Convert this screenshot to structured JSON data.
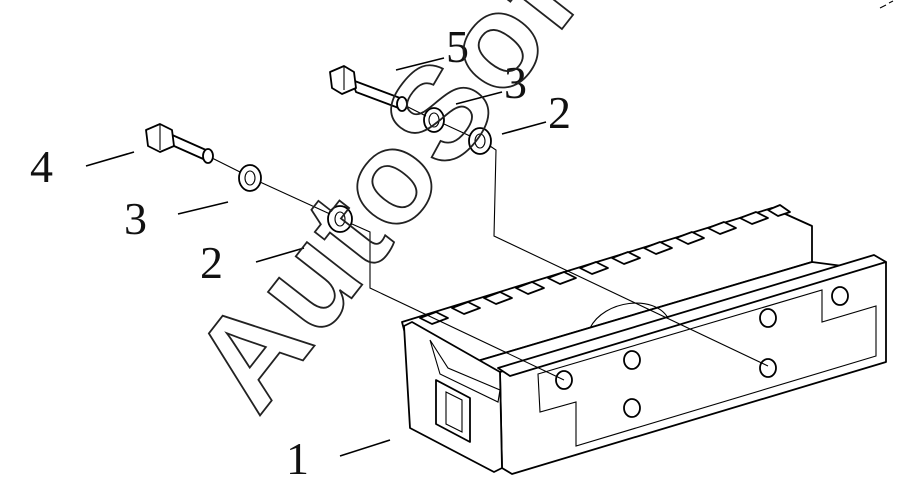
{
  "watermark": {
    "text": "AutoSoft"
  },
  "callouts": [
    {
      "id": "5",
      "label": "5"
    },
    {
      "id": "3a",
      "label": "3"
    },
    {
      "id": "2a",
      "label": "2"
    },
    {
      "id": "4",
      "label": "4"
    },
    {
      "id": "3b",
      "label": "3"
    },
    {
      "id": "2b",
      "label": "2"
    },
    {
      "id": "1",
      "label": "1"
    }
  ]
}
